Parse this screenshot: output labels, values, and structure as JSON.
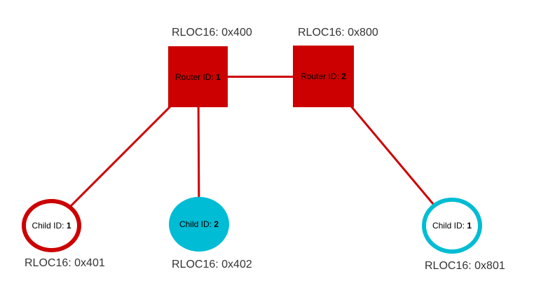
{
  "colors": {
    "router_fill": "#cc0000",
    "child_outline_red": "#cc0000",
    "child_fill_cyan": "#00bcd4",
    "child_outline_cyan": "#00bcd4",
    "edge": "#cc0000",
    "background": "#ffffff",
    "node_label_text": "#000000",
    "rloc_label_text": "#343434"
  },
  "nodes": {
    "router1": {
      "role_label": "Router ID:",
      "id": "1",
      "rloc16": "RLOC16: 0x400"
    },
    "router2": {
      "role_label": "Router ID:",
      "id": "2",
      "rloc16": "RLOC16: 0x800"
    },
    "child1": {
      "role_label": "Child ID:",
      "id": "1",
      "rloc16": "RLOC16: 0x401"
    },
    "child2": {
      "role_label": "Child ID:",
      "id": "2",
      "rloc16": "RLOC16: 0x402"
    },
    "child3": {
      "role_label": "Child ID:",
      "id": "1",
      "rloc16": "RLOC16: 0x801"
    }
  },
  "edges": [
    {
      "from": "router1",
      "to": "router2"
    },
    {
      "from": "router1",
      "to": "child1"
    },
    {
      "from": "router1",
      "to": "child2"
    },
    {
      "from": "router2",
      "to": "child3"
    }
  ]
}
